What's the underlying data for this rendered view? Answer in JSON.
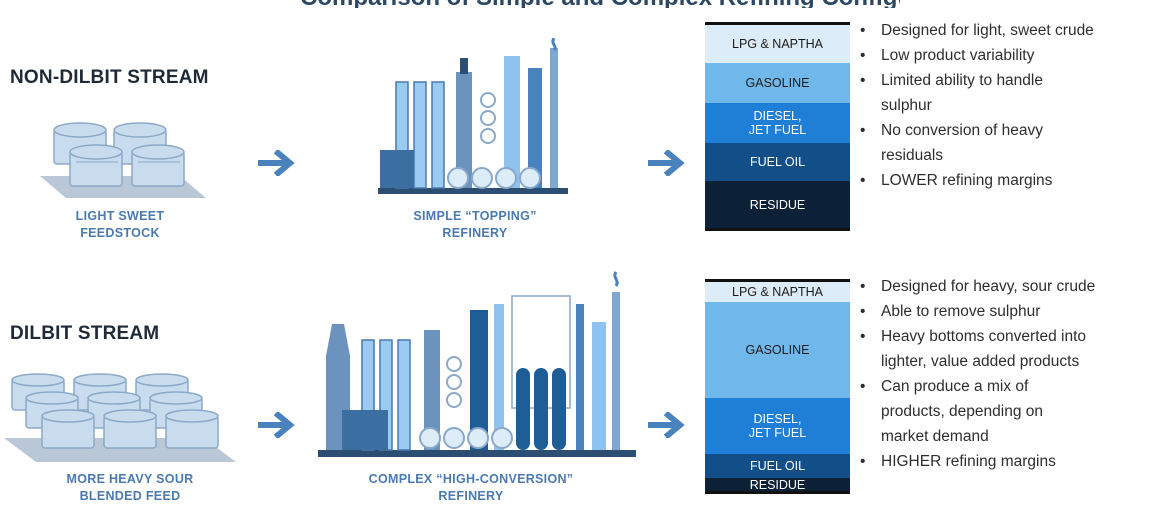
{
  "heading_partial": "Comparison of Simple and Complex Refining Configurations",
  "top": {
    "stream_label": "NON-DILBIT STREAM",
    "feed_caption_1": "LIGHT SWEET",
    "feed_caption_2": "FEEDSTOCK",
    "refinery_caption_1": "SIMPLE “TOPPING”",
    "refinery_caption_2": "REFINERY",
    "layers": [
      {
        "label": "LPG & NAPTHA",
        "color": "#dcecf8",
        "text_color": "#1c1c1c"
      },
      {
        "label": "GASOLINE",
        "color": "#71b8ea",
        "text_color": "#1c1c1c"
      },
      {
        "label": "DIESEL,\nJET FUEL",
        "color": "#1f7fd6",
        "text_color": "#ffffff"
      },
      {
        "label": "FUEL OIL",
        "color": "#124f88",
        "text_color": "#ffffff"
      },
      {
        "label": "RESIDUE",
        "color": "#0c2138",
        "text_color": "#ffffff"
      }
    ],
    "bullets": [
      "Designed for light, sweet crude",
      "Low product variability",
      "Limited ability to handle",
      "sulphur",
      "No conversion of heavy",
      "residuals",
      "LOWER refining margins"
    ]
  },
  "bottom": {
    "stream_label": "DILBIT STREAM",
    "feed_caption_1": "MORE HEAVY SOUR",
    "feed_caption_2": "BLENDED FEED",
    "refinery_caption_1": "COMPLEX “HIGH-CONVERSION”",
    "refinery_caption_2": "REFINERY",
    "layers": [
      {
        "label": "LPG & NAPTHA",
        "color": "#dcecf8",
        "text_color": "#1c1c1c"
      },
      {
        "label": "GASOLINE",
        "color": "#71b8ea",
        "text_color": "#1c1c1c"
      },
      {
        "label": "DIESEL,\nJET FUEL",
        "color": "#1f7fd6",
        "text_color": "#ffffff"
      },
      {
        "label": "FUEL OIL",
        "color": "#124f88",
        "text_color": "#ffffff"
      },
      {
        "label": "RESIDUE",
        "color": "#0c2138",
        "text_color": "#ffffff"
      }
    ],
    "bullets": [
      "Designed for heavy, sour crude",
      "Able to remove sulphur",
      "Heavy bottoms converted into",
      "lighter, value added products",
      "Can produce a mix of",
      "products, depending on",
      "market demand",
      "HIGHER refining margins"
    ]
  },
  "colors": {
    "arrow": "#4a82bd",
    "tank_fill": "#c9dcee",
    "tank_stroke": "#8aa9c8",
    "ground": "#b9c7d6"
  }
}
